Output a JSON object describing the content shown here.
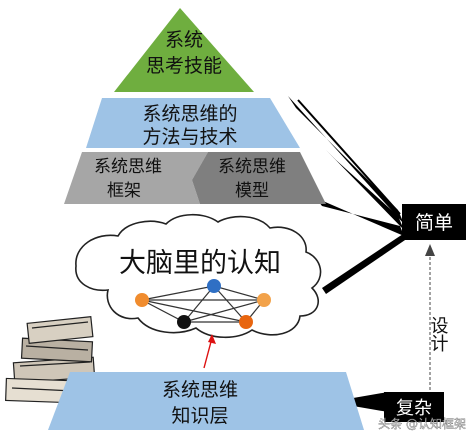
{
  "pyramid": {
    "top": {
      "line1": "系统",
      "line2": "思考技能",
      "color": "#6fae3f"
    },
    "second": {
      "line1": "系统思维的",
      "line2": "方法与技术",
      "color": "#9ec3e6"
    },
    "third_left": {
      "line1": "系统思维",
      "line2": "框架",
      "color": "#a6a6a6"
    },
    "third_right": {
      "line1": "系统思维",
      "line2": "模型",
      "color": "#7f7f7f"
    },
    "base": {
      "line1": "系统思维",
      "line2": "知识层",
      "color": "#9ec3e6"
    }
  },
  "thought_bubble": {
    "text": "大脑里的认知",
    "node_colors": [
      "#f08c2e",
      "#2f6fc4",
      "#f2a24a",
      "#111111",
      "#e8650f"
    ]
  },
  "boxes": {
    "simple": "简单",
    "complex": "复杂"
  },
  "arrow_label": "设计",
  "watermark": "头条 @认知框架"
}
